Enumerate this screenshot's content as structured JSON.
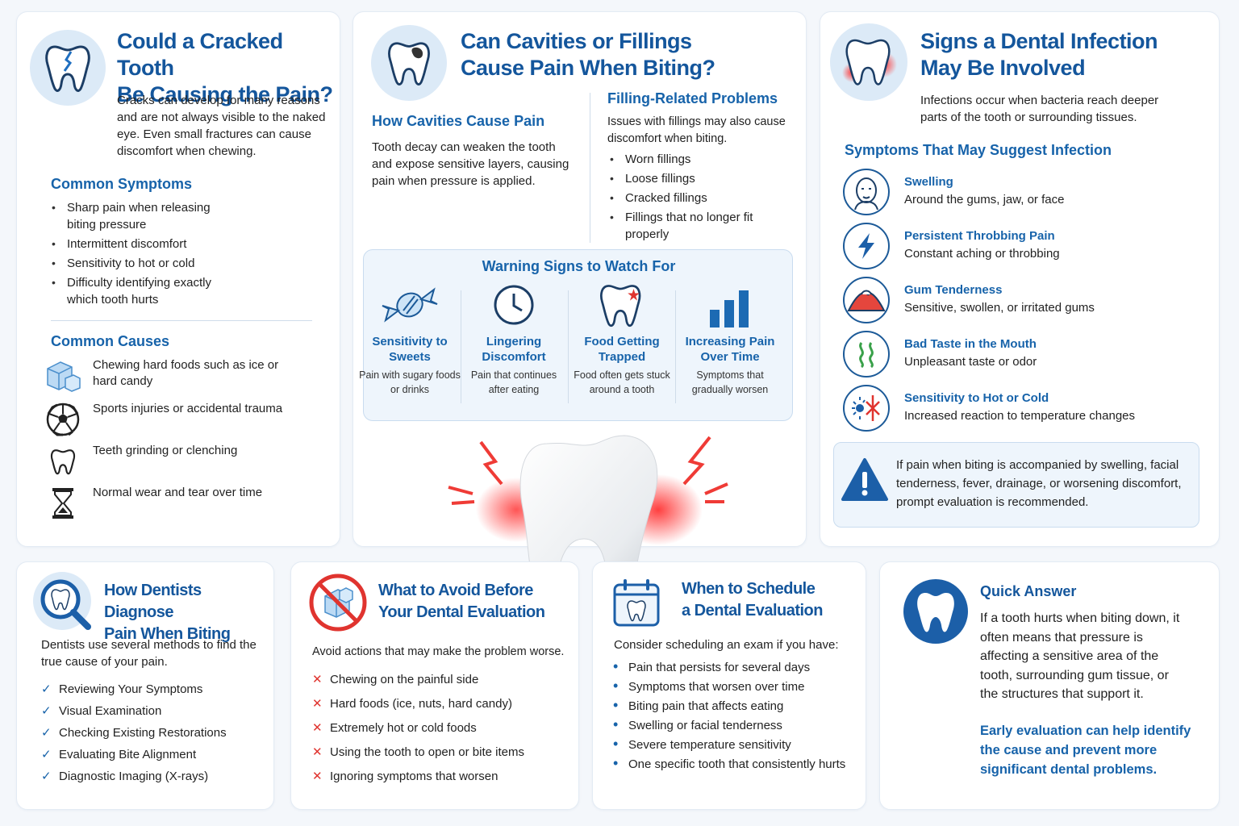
{
  "cracked": {
    "title_line1": "Could a Cracked Tooth",
    "title_line2": "Be Causing the Pain?",
    "intro": "Cracks can develop for many reasons and are not always visible to the naked eye. Even small fractures can cause discomfort when chewing.",
    "symptoms_heading": "Common Symptoms",
    "symptoms": [
      "Sharp pain when releasing biting pressure",
      "Intermittent discomfort",
      "Sensitivity to hot or cold",
      "Difficulty identifying exactly which tooth hurts"
    ],
    "causes_heading": "Common Causes",
    "causes": [
      {
        "text": "Chewing hard foods such as ice or hard candy",
        "icon": "ice-cube-icon"
      },
      {
        "text": "Sports injuries or accidental trauma",
        "icon": "soccer-ball-icon"
      },
      {
        "text": "Teeth grinding or clenching",
        "icon": "tooth-icon"
      },
      {
        "text": "Normal wear and tear over time",
        "icon": "hourglass-icon"
      }
    ]
  },
  "cavities": {
    "title_line1": "Can Cavities or Fillings",
    "title_line2": "Cause Pain When Biting?",
    "how_heading": "How Cavities Cause Pain",
    "how_text": "Tooth decay can weaken the tooth and expose sensitive layers, causing pain when pressure is applied.",
    "filling_heading": "Filling-Related Problems",
    "filling_intro": "Issues with fillings may also cause discomfort when biting.",
    "filling_items": [
      "Worn fillings",
      "Loose fillings",
      "Cracked fillings",
      "Fillings that no longer fit properly"
    ],
    "warning_heading": "Warning Signs to Watch For",
    "warning_items": [
      {
        "title": "Sensitivity to Sweets",
        "desc": "Pain with sugary foods or drinks",
        "icon": "candy-icon"
      },
      {
        "title": "Lingering Discomfort",
        "desc": "Pain that continues after eating",
        "icon": "clock-icon"
      },
      {
        "title": "Food Getting Trapped",
        "desc": "Food often gets stuck around a tooth",
        "icon": "tooth-food-icon"
      },
      {
        "title": "Increasing Pain Over Time",
        "desc": "Symptoms that gradually worsen",
        "icon": "bar-chart-icon"
      }
    ]
  },
  "infection": {
    "title_line1": "Signs a Dental Infection",
    "title_line2": "May Be Involved",
    "intro": "Infections occur when bacteria reach deeper parts of the tooth or surrounding tissues.",
    "symptoms_heading": "Symptoms That May Suggest Infection",
    "symptoms": [
      {
        "title": "Swelling",
        "desc": "Around the gums, jaw, or face",
        "icon": "face-icon"
      },
      {
        "title": "Persistent Throbbing Pain",
        "desc": "Constant aching or throbbing",
        "icon": "lightning-icon"
      },
      {
        "title": "Gum Tenderness",
        "desc": "Sensitive, swollen, or irritated gums",
        "icon": "gum-icon"
      },
      {
        "title": "Bad Taste in the Mouth",
        "desc": "Unpleasant taste or odor",
        "icon": "odor-icon"
      },
      {
        "title": "Sensitivity to Hot or Cold",
        "desc": "Increased reaction to temperature changes",
        "icon": "hot-cold-icon"
      }
    ],
    "alert": "If pain when biting is accompanied by swelling, facial tenderness, fever, drainage, or worsening discomfort, prompt evaluation is recommended."
  },
  "diagnose": {
    "title_line1": "How Dentists Diagnose",
    "title_line2": "Pain When Biting",
    "intro": "Dentists use several methods to find the true cause of your pain.",
    "items": [
      "Reviewing Your Symptoms",
      "Visual Examination",
      "Checking Existing Restorations",
      "Evaluating Bite Alignment",
      "Diagnostic Imaging (X-rays)"
    ]
  },
  "avoid": {
    "title_line1": "What to Avoid Before",
    "title_line2": "Your Dental Evaluation",
    "intro": "Avoid actions that may make the problem worse.",
    "items": [
      "Chewing on the painful side",
      "Hard foods (ice, nuts, hard candy)",
      "Extremely hot or cold foods",
      "Using the tooth to open or bite items",
      "Ignoring symptoms that worsen"
    ]
  },
  "schedule": {
    "title_line1": "When to Schedule",
    "title_line2": "a Dental Evaluation",
    "intro": "Consider scheduling an exam if you have:",
    "items": [
      "Pain that persists for several days",
      "Symptoms that worsen over time",
      "Biting pain that affects eating",
      "Swelling or facial tenderness",
      "Severe temperature sensitivity",
      "One specific tooth that consistently hurts"
    ]
  },
  "quick": {
    "title": "Quick Answer",
    "text": "If a tooth hurts when biting down, it often means that pressure is affecting a sensitive area of the tooth, surrounding gum tissue, or the structures that support it.",
    "highlight": "Early evaluation can help identify the cause and prevent more significant dental problems."
  },
  "colors": {
    "primary": "#14569c",
    "accent_red": "#e0342f",
    "light_blue": "#dceaf7"
  }
}
